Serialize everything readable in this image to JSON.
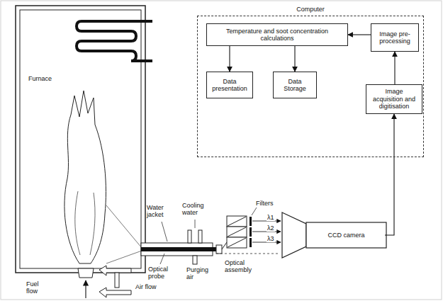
{
  "diagram": {
    "nodes": [
      {
        "text": [
          "Computer"
        ]
      },
      {
        "text": [
          "Temperature and soot concentration calculations"
        ],
        "in": 0
      },
      {
        "text": [
          "Image pre-processing"
        ],
        "in": 0
      },
      {
        "text": [
          "Data presentation"
        ],
        "in": 0
      },
      {
        "text": [
          "Data Storage"
        ],
        "in": 0
      },
      {
        "text": [
          "Image acquisition and digitisation"
        ],
        "in": 0
      },
      {
        "text": [
          "Furnace"
        ]
      },
      {
        "text": [
          "CCD camera"
        ]
      }
    ],
    "edges": [
      {
        "from": 2,
        "to": 1,
        "arrow": "to"
      },
      {
        "from": 1,
        "to": 3,
        "arrow": "to"
      },
      {
        "from": 1,
        "to": 4,
        "arrow": "to"
      },
      {
        "from": 5,
        "to": 2,
        "arrow": "to"
      },
      {
        "from": 7,
        "to": 5,
        "arrow": "to"
      }
    ],
    "labels": [
      "Water jacket",
      "Cooling water",
      "Purging air",
      "Optical probe",
      "Filters",
      "λ1",
      "λ2",
      "λ3",
      "Optical assembly",
      "Fuel flow",
      "Air flow"
    ]
  }
}
